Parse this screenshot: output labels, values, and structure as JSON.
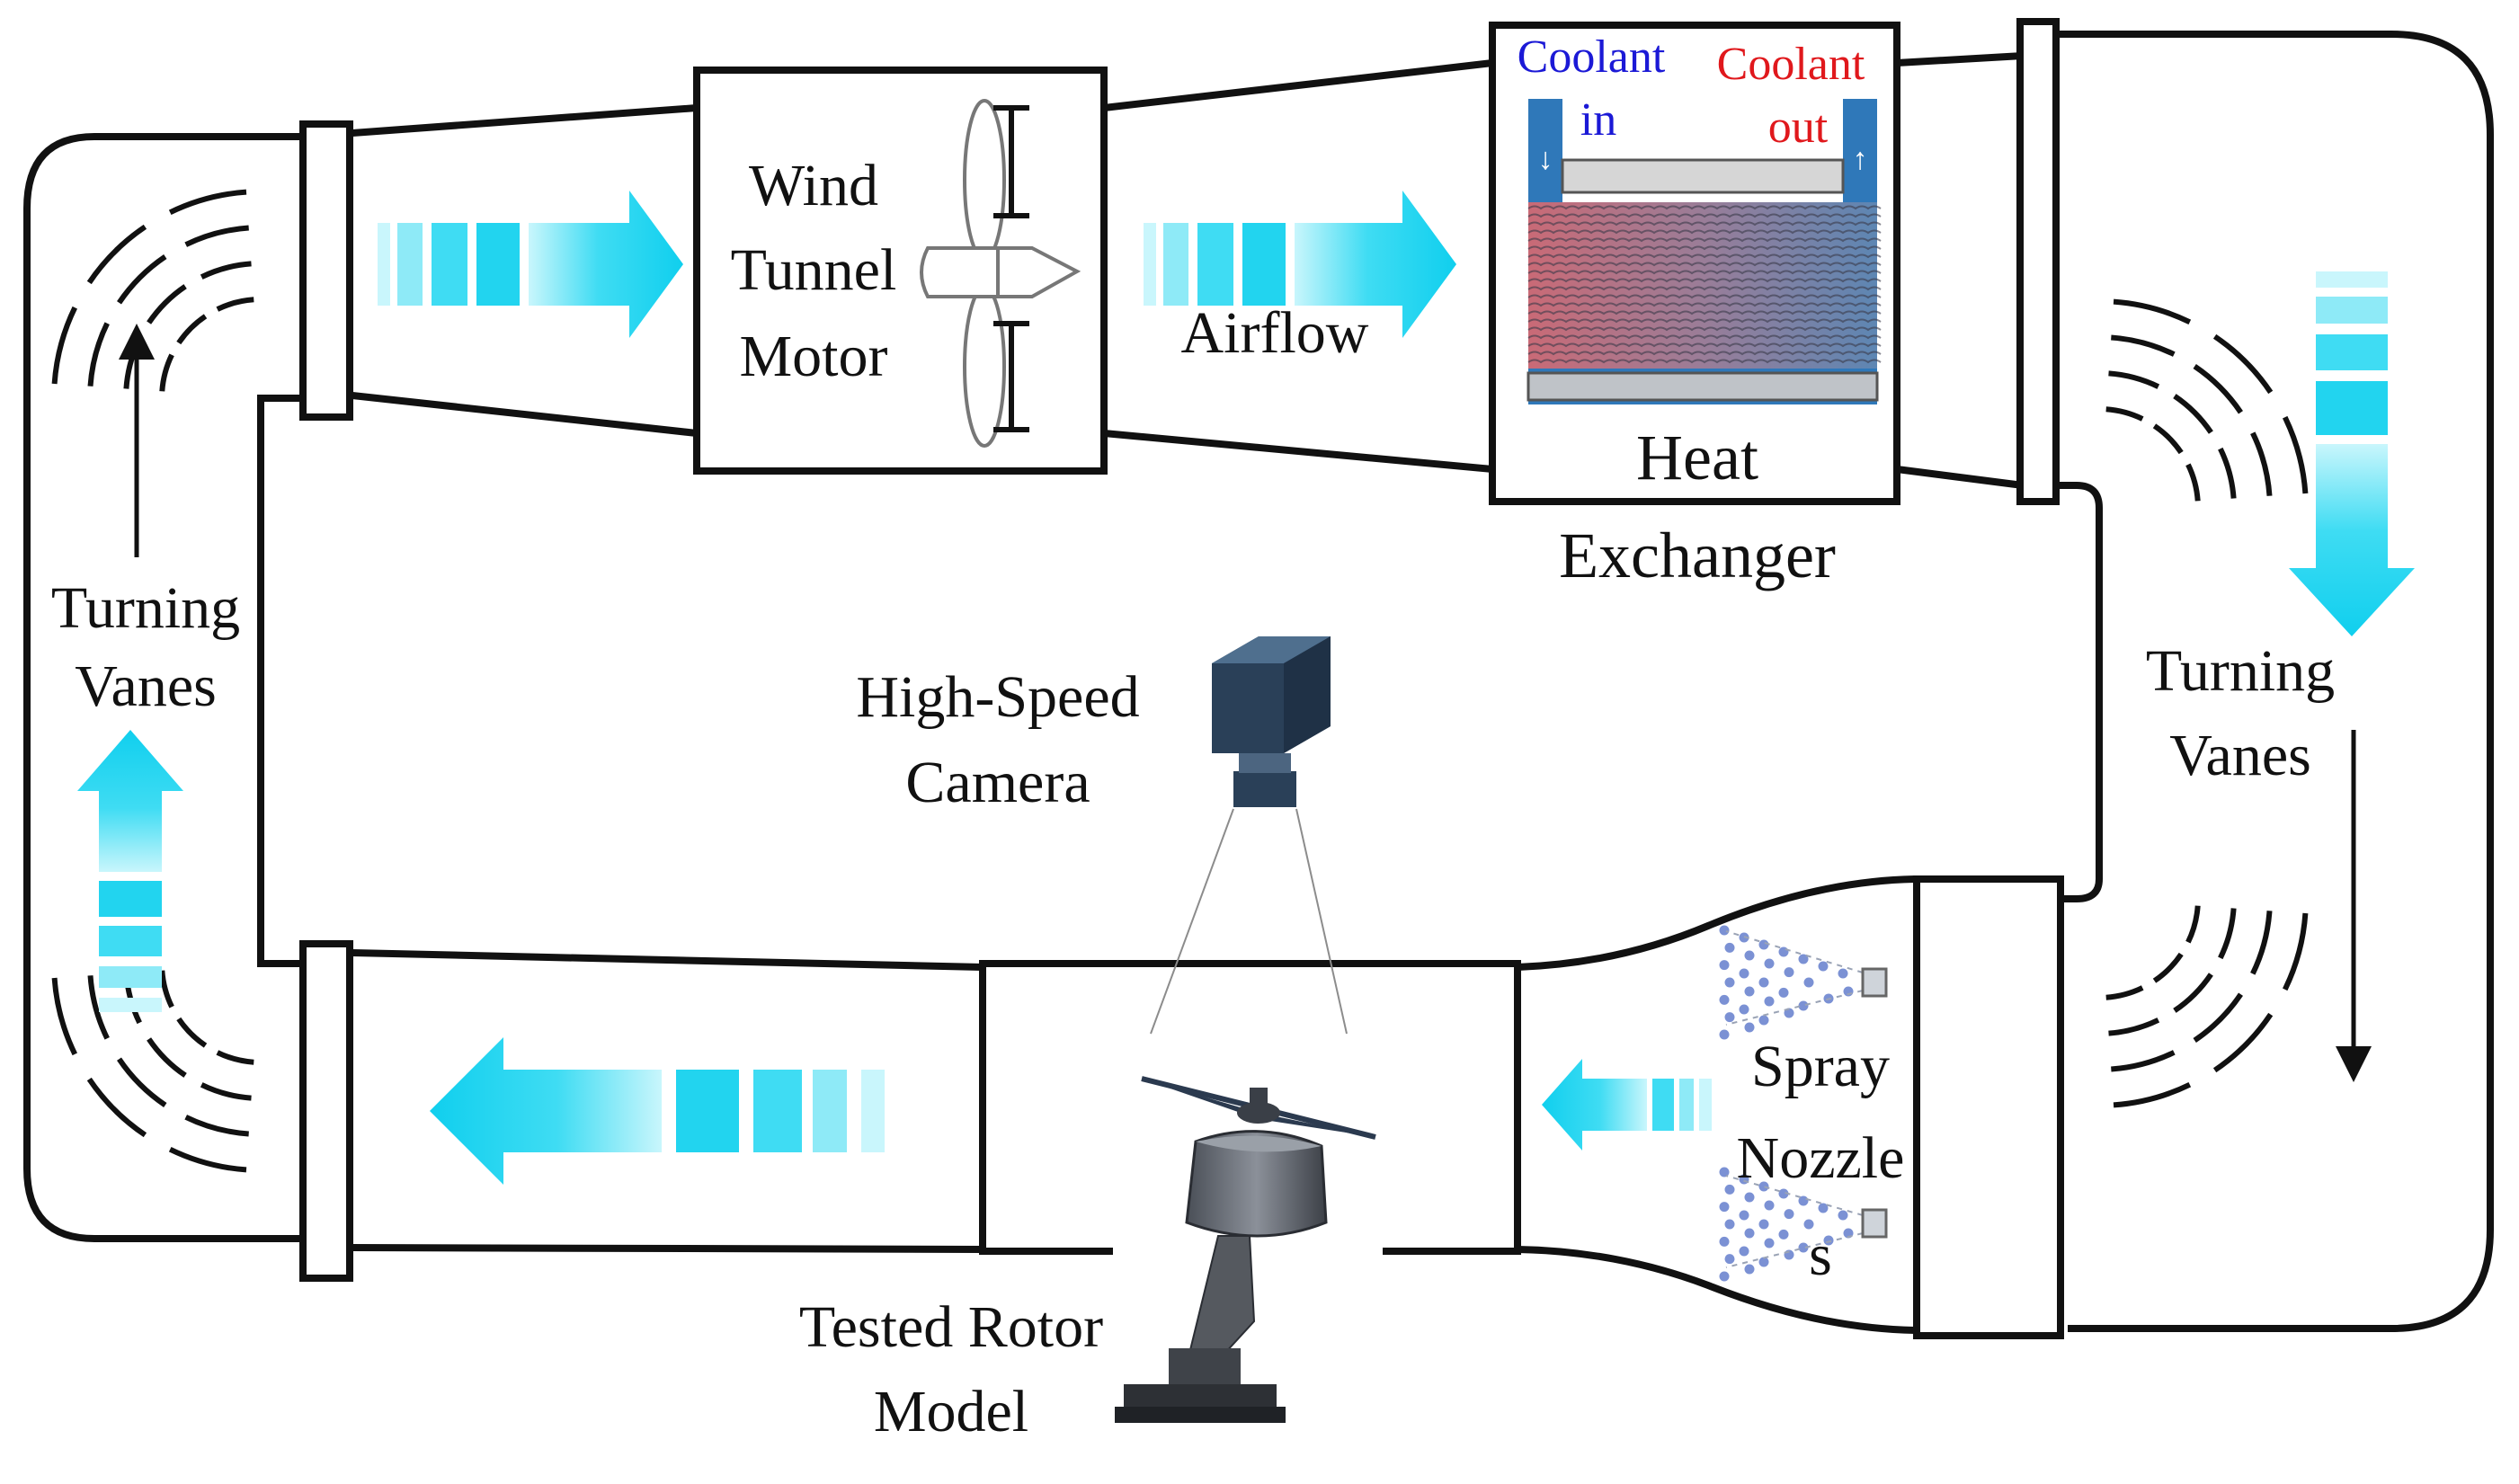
{
  "colors": {
    "outline": "#111111",
    "arrow_cyan": "#14d2ee",
    "arrow_cyan_light": "#b8f3fb",
    "coolant_in": "#1b19d6",
    "coolant_out": "#e0181c",
    "hx_blue": "#2f78b9",
    "camera": "#35506a",
    "nozzle_dot": "#7b91d4"
  },
  "labels": {
    "wind_tunnel_motor": [
      "Wind",
      "Tunnel",
      "Motor"
    ],
    "airflow": "Airflow",
    "coolant_in": [
      "Coolant",
      "in"
    ],
    "coolant_out": [
      "Coolant",
      "out"
    ],
    "heat_exchanger": [
      "Heat",
      "Exchanger"
    ],
    "turning_vanes_left": [
      "Turning",
      "Vanes"
    ],
    "turning_vanes_right": [
      "Turning",
      "Vanes"
    ],
    "high_speed_camera": [
      "High-Speed",
      "Camera"
    ],
    "spray_nozzles": [
      "Spray",
      "Nozzle",
      "s"
    ],
    "tested_rotor_model": [
      "Tested Rotor",
      "Model"
    ]
  },
  "icons": [
    "fan-propeller-icon",
    "high-speed-camera-icon",
    "spray-nozzle-icon",
    "rotor-model-icon",
    "flow-arrow-icon"
  ]
}
